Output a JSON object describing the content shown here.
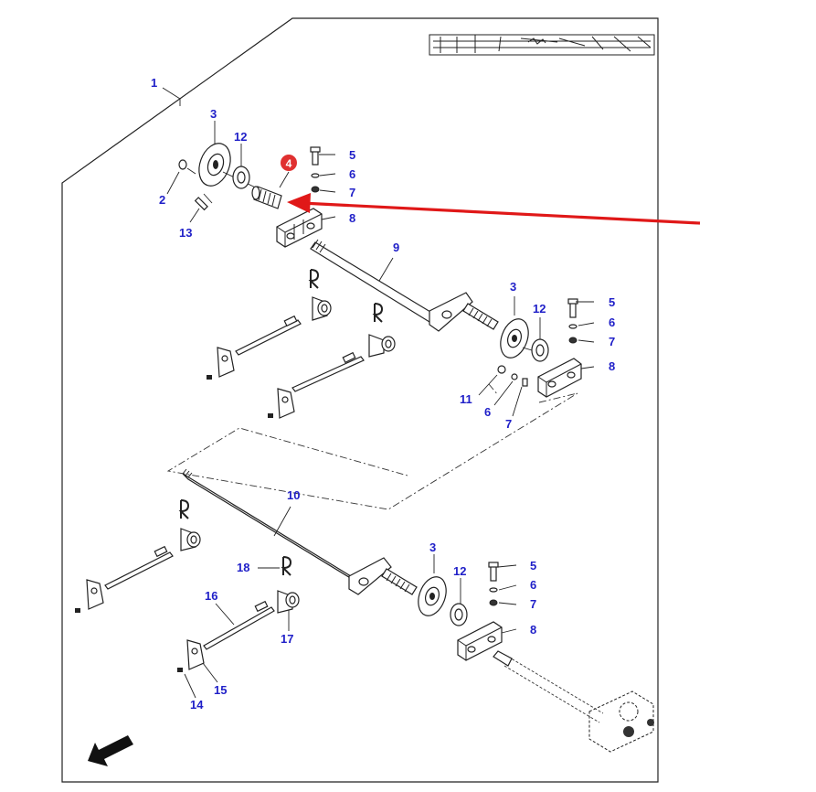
{
  "diagram": {
    "callouts": [
      {
        "id": "c1",
        "text": "1"
      },
      {
        "id": "c2",
        "text": "2"
      },
      {
        "id": "c3a",
        "text": "3"
      },
      {
        "id": "c12a",
        "text": "12"
      },
      {
        "id": "c13",
        "text": "13"
      },
      {
        "id": "c5a",
        "text": "5"
      },
      {
        "id": "c6a",
        "text": "6"
      },
      {
        "id": "c7a",
        "text": "7"
      },
      {
        "id": "c8a",
        "text": "8"
      },
      {
        "id": "c9",
        "text": "9"
      },
      {
        "id": "c3b",
        "text": "3"
      },
      {
        "id": "c12b",
        "text": "12"
      },
      {
        "id": "c5b",
        "text": "5"
      },
      {
        "id": "c6b",
        "text": "6"
      },
      {
        "id": "c7b",
        "text": "7"
      },
      {
        "id": "c8b",
        "text": "8"
      },
      {
        "id": "c11",
        "text": "11"
      },
      {
        "id": "c6c",
        "text": "6"
      },
      {
        "id": "c7c",
        "text": "7"
      },
      {
        "id": "c10",
        "text": "10"
      },
      {
        "id": "c3c",
        "text": "3"
      },
      {
        "id": "c12c",
        "text": "12"
      },
      {
        "id": "c5c",
        "text": "5"
      },
      {
        "id": "c6d",
        "text": "6"
      },
      {
        "id": "c7d",
        "text": "7"
      },
      {
        "id": "c8c",
        "text": "8"
      },
      {
        "id": "c18",
        "text": "18"
      },
      {
        "id": "c16",
        "text": "16"
      },
      {
        "id": "c17",
        "text": "17"
      },
      {
        "id": "c15",
        "text": "15"
      },
      {
        "id": "c14",
        "text": "14"
      }
    ],
    "highlight": {
      "text": "4",
      "color": "#e03030"
    },
    "arrow_color": "#e01818",
    "label_color": "#1f1fc8"
  }
}
